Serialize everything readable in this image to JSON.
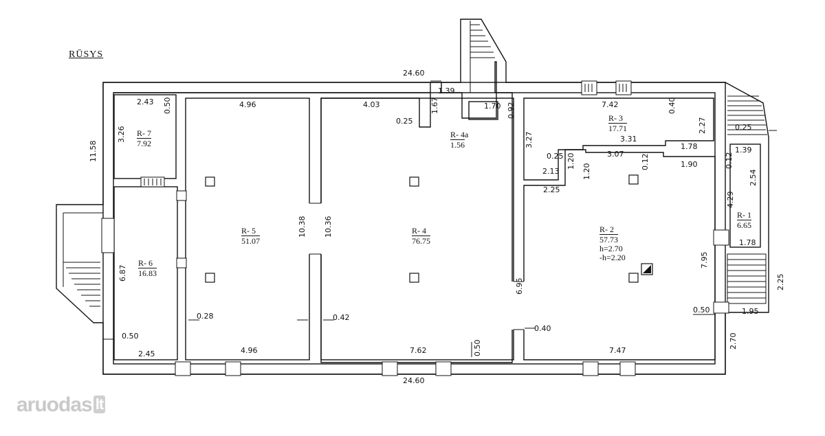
{
  "title": "RŪSYS",
  "watermark": {
    "text": "aruodas",
    "tld": "lt"
  },
  "rooms": {
    "r7": {
      "name": "R- 7",
      "area": "7.92"
    },
    "r6": {
      "name": "R- 6",
      "area": "16.83"
    },
    "r5": {
      "name": "R- 5",
      "area": "51.07"
    },
    "r4": {
      "name": "R- 4",
      "area": "76.75"
    },
    "r4a": {
      "name": "R- 4a",
      "area": "1.56"
    },
    "r3": {
      "name": "R- 3",
      "area": "17.71"
    },
    "r2": {
      "name": "R- 2",
      "area": "57.73",
      "h1": "h=2.70",
      "h2": "-h=2.20"
    },
    "r1": {
      "name": "R- 1",
      "area": "6.65"
    }
  },
  "dims": {
    "top_total": "24.60",
    "bottom_total": "24.60",
    "left_height": "11.58",
    "d_139_top": "1.39",
    "d_170": "1.70",
    "d_092": "0.92",
    "d_167": "1.67",
    "d_025_r4": "0.25",
    "d_403": "4.03",
    "d_496_top": "4.96",
    "d_243": "2.43",
    "d_050_r7": "0.50",
    "d_326": "3.26",
    "d_742": "7.42",
    "d_040": "0.40",
    "d_227": "2.27",
    "d_327": "3.27",
    "d_331": "3.31",
    "d_178_r3": "1.78",
    "d_307": "3.07",
    "d_012_r2": "0.12",
    "d_190": "1.90",
    "d_025_r3": "0.25",
    "d_120_a": "1.20",
    "d_213": "2.13",
    "d_120_b": "1.20",
    "d_225_r3": "2.25",
    "d_1038": "10.38",
    "d_1036": "10.36",
    "d_687": "6.87",
    "d_695": "6.95",
    "d_795": "7.95",
    "d_050_r2": "0.50",
    "d_028": "0.28",
    "d_042": "0.42",
    "d_040_r2": "0.40",
    "d_050_r6": "0.50",
    "d_245": "2.45",
    "d_496_bot": "4.96",
    "d_762": "7.62",
    "d_050_r4": "0.50",
    "d_747": "7.47",
    "d_025_r1": "0.25",
    "d_139_r1": "1.39",
    "d_012_r1": "0.12",
    "d_254": "2.54",
    "d_429": "4.29",
    "d_178_r1": "1.78",
    "d_225_right": "2.25",
    "d_195": "1.95",
    "d_270": "2.70"
  }
}
